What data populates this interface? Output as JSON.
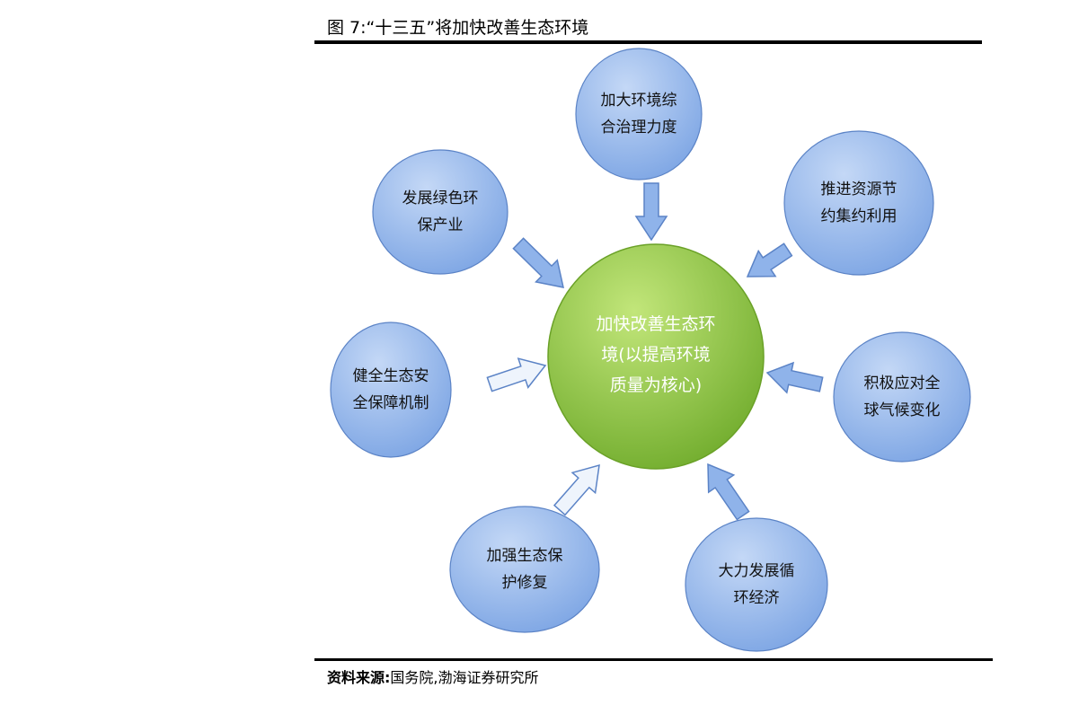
{
  "figure": {
    "title": "图 7:“十三五”将加快改善生态环境",
    "source_label": "资料来源:",
    "source_text": "国务院,渤海证券研究所"
  },
  "center": {
    "lines": [
      "加快改善生态环",
      "境(以提高环境",
      "质量为核心)"
    ]
  },
  "nodes": [
    {
      "id": "top",
      "lines": [
        "加大环境综",
        "合治理力度"
      ]
    },
    {
      "id": "top-right",
      "lines": [
        "推进资源节",
        "约集约利用"
      ]
    },
    {
      "id": "right",
      "lines": [
        "积极应对全",
        "球气候变化"
      ]
    },
    {
      "id": "bottom-right",
      "lines": [
        "大力发展循",
        "环经济"
      ]
    },
    {
      "id": "bottom-left",
      "lines": [
        "加强生态保",
        "护修复"
      ]
    },
    {
      "id": "left",
      "lines": [
        "健全生态安",
        "全保障机制"
      ]
    },
    {
      "id": "top-left",
      "lines": [
        "发展绿色环",
        "保产业"
      ]
    }
  ],
  "colors": {
    "node_fill": "#8fb3ea",
    "node_stroke": "#5b83c6",
    "center_fill": "#8cc63f",
    "center_stroke": "#6aa127",
    "arrow_blue_fill": "#8fb3ea",
    "arrow_light_fill": "#eef4fc",
    "arrow_stroke": "#5b83c6"
  }
}
